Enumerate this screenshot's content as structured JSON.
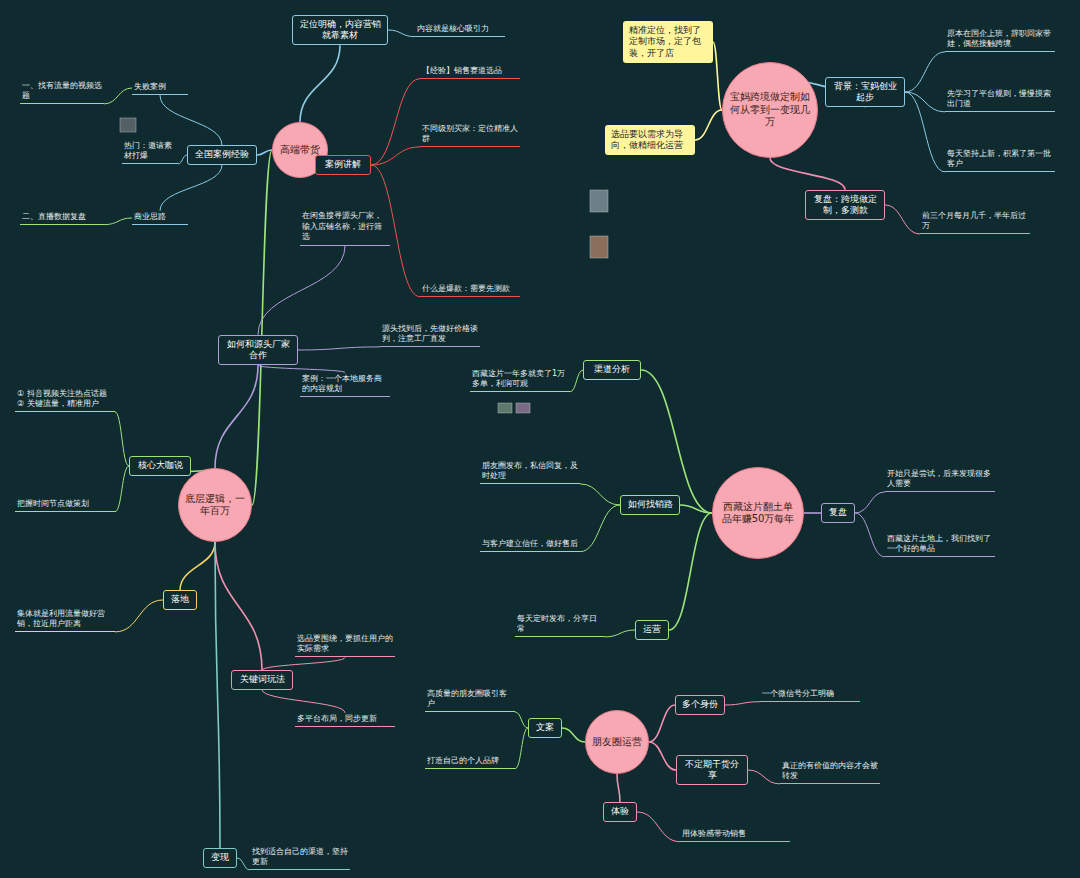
{
  "diagram": {
    "nodes": [
      {
        "text": [
          "底层逻辑，一年百万"
        ]
      },
      {
        "text": [
          "高端带货"
        ]
      },
      {
        "text": [
          "宝妈跨境做定制如何从零到一变现几万"
        ]
      },
      {
        "text": [
          "西藏这片翻土单品年赚50万每年"
        ]
      },
      {
        "text": [
          "朋友圈运营"
        ]
      },
      {
        "text": [
          "全国案例经验"
        ]
      },
      {
        "text": [
          "核心大咖说"
        ]
      },
      {
        "text": [
          "落地"
        ]
      },
      {
        "text": [
          "如何和源头厂家合作"
        ]
      },
      {
        "text": [
          "关键词玩法"
        ]
      },
      {
        "text": [
          "变现"
        ]
      },
      {
        "text": [
          "定位明确，内容营销就靠素材"
        ]
      },
      {
        "text": [
          "案例讲解"
        ]
      },
      {
        "text": [
          "失败案例"
        ]
      },
      {
        "text": [
          "热门：邀请素材打爆"
        ]
      },
      {
        "text": [
          "商业思路"
        ]
      },
      {
        "text": [
          "一、找有流量的视频选题"
        ]
      },
      {
        "text": [
          "二、直播数据复盘"
        ]
      },
      {
        "text": [
          "不同级别买家：定位精准人群"
        ]
      },
      {
        "text": [
          "什么是爆款：需要先测款"
        ]
      },
      {
        "text": [
          "【经验】销售赛道选品"
        ]
      },
      {
        "text": [
          "内容就是核心吸引力"
        ]
      },
      {
        "text": [
          "在闲鱼搜寻源头厂家，输入店铺名称，进行筛选"
        ]
      },
      {
        "text": [
          "案例：一个本地服务商的内容规划"
        ]
      },
      {
        "text": [
          "源头找到后，先做好价格谈判，注意工厂直发"
        ]
      },
      {
        "text": [
          "选品要围绕，要抓住用户的实际需求"
        ]
      },
      {
        "text": [
          "多平台布局，同步更新"
        ]
      },
      {
        "text": [
          "① 抖音视频关注热点话题 ② 关键流量，精准用户"
        ]
      },
      {
        "text": [
          "把握时间节点做策划"
        ]
      },
      {
        "text": [
          "集体就是利用流量做好营销，拉近用户距离"
        ]
      },
      {
        "text": [
          "找到适合自己的渠道，坚持更新"
        ]
      },
      {
        "text": [
          "背景：宝妈创业起步"
        ]
      },
      {
        "text": [
          "复盘：跨境做定制，多测款"
        ]
      },
      {
        "text": [
          "精准定位，找到了定制市场，定了包装，开了店"
        ]
      },
      {
        "text": [
          "选品要以需求为导向，做精细化运营"
        ]
      },
      {
        "text": [
          "原本在国企上班，辞职回家带娃，偶然接触跨境"
        ]
      },
      {
        "text": [
          "先学习了平台规则，慢慢摸索出门道"
        ]
      },
      {
        "text": [
          "每天坚持上新，积累了第一批客户"
        ]
      },
      {
        "text": [
          "前三个月每月几千，半年后过万"
        ]
      },
      {
        "text": [
          "复盘"
        ]
      },
      {
        "text": [
          "如何找销路"
        ]
      },
      {
        "text": [
          "渠道分析"
        ]
      },
      {
        "text": [
          "运营"
        ]
      },
      {
        "text": [
          "西藏这片土地上，我们找到了一个好的单品"
        ]
      },
      {
        "text": [
          "开始只是尝试，后来发现很多人需要"
        ]
      },
      {
        "text": [
          "朋友圈发布，私信回复，及时处理"
        ]
      },
      {
        "text": [
          "与客户建立信任，做好售后"
        ]
      },
      {
        "text": [
          "西藏这片一年多就卖了1万多单，利润可观"
        ]
      },
      {
        "text": [
          "每天定时发布，分享日常"
        ]
      },
      {
        "text": [
          "多个身份"
        ]
      },
      {
        "text": [
          "不定期干货分享"
        ]
      },
      {
        "text": [
          "体验"
        ]
      },
      {
        "text": [
          "文案"
        ]
      },
      {
        "text": [
          "一个微信号分工明确"
        ]
      },
      {
        "text": [
          "真正的有价值的内容才会被转发"
        ]
      },
      {
        "text": [
          "高质量的朋友圈吸引客户"
        ]
      },
      {
        "text": [
          "打造自己的个人品牌"
        ]
      },
      {
        "text": [
          "用体验感带动销售"
        ]
      }
    ],
    "edges": [
      {
        "from": 0,
        "to": 1,
        "arrow": "none"
      },
      {
        "from": 0,
        "to": 6,
        "arrow": "none"
      },
      {
        "from": 0,
        "to": 7,
        "arrow": "none"
      },
      {
        "from": 0,
        "to": 8,
        "arrow": "none"
      },
      {
        "from": 0,
        "to": 9,
        "arrow": "none"
      },
      {
        "from": 0,
        "to": 10,
        "arrow": "none"
      },
      {
        "from": 1,
        "to": 5,
        "arrow": "none"
      },
      {
        "from": 1,
        "to": 11,
        "arrow": "none"
      },
      {
        "from": 1,
        "to": 12,
        "arrow": "none"
      },
      {
        "from": 5,
        "to": 13,
        "arrow": "none"
      },
      {
        "from": 5,
        "to": 14,
        "arrow": "none"
      },
      {
        "from": 5,
        "to": 15,
        "arrow": "none"
      },
      {
        "from": 13,
        "to": 16,
        "arrow": "none"
      },
      {
        "from": 15,
        "to": 17,
        "arrow": "none"
      },
      {
        "from": 12,
        "to": 18,
        "arrow": "none"
      },
      {
        "from": 12,
        "to": 19,
        "arrow": "none"
      },
      {
        "from": 12,
        "to": 20,
        "arrow": "none"
      },
      {
        "from": 11,
        "to": 21,
        "arrow": "none"
      },
      {
        "from": 8,
        "to": 22,
        "arrow": "none"
      },
      {
        "from": 8,
        "to": 23,
        "arrow": "none"
      },
      {
        "from": 8,
        "to": 24,
        "arrow": "none"
      },
      {
        "from": 9,
        "to": 25,
        "arrow": "none"
      },
      {
        "from": 9,
        "to": 26,
        "arrow": "none"
      },
      {
        "from": 6,
        "to": 27,
        "arrow": "none"
      },
      {
        "from": 6,
        "to": 28,
        "arrow": "none"
      },
      {
        "from": 7,
        "to": 29,
        "arrow": "none"
      },
      {
        "from": 10,
        "to": 30,
        "arrow": "none"
      },
      {
        "from": 2,
        "to": 31,
        "arrow": "none"
      },
      {
        "from": 2,
        "to": 32,
        "arrow": "none"
      },
      {
        "from": 2,
        "to": 33,
        "arrow": "none"
      },
      {
        "from": 2,
        "to": 34,
        "arrow": "none"
      },
      {
        "from": 31,
        "to": 35,
        "arrow": "none"
      },
      {
        "from": 31,
        "to": 36,
        "arrow": "none"
      },
      {
        "from": 31,
        "to": 37,
        "arrow": "none"
      },
      {
        "from": 32,
        "to": 38,
        "arrow": "none"
      },
      {
        "from": 3,
        "to": 39,
        "arrow": "none"
      },
      {
        "from": 3,
        "to": 40,
        "arrow": "none"
      },
      {
        "from": 3,
        "to": 41,
        "arrow": "none"
      },
      {
        "from": 3,
        "to": 42,
        "arrow": "none"
      },
      {
        "from": 39,
        "to": 43,
        "arrow": "none"
      },
      {
        "from": 39,
        "to": 44,
        "arrow": "none"
      },
      {
        "from": 40,
        "to": 45,
        "arrow": "none"
      },
      {
        "from": 40,
        "to": 46,
        "arrow": "none"
      },
      {
        "from": 41,
        "to": 47,
        "arrow": "none"
      },
      {
        "from": 42,
        "to": 48,
        "arrow": "none"
      },
      {
        "from": 4,
        "to": 49,
        "arrow": "none"
      },
      {
        "from": 4,
        "to": 50,
        "arrow": "none"
      },
      {
        "from": 4,
        "to": 51,
        "arrow": "none"
      },
      {
        "from": 4,
        "to": 52,
        "arrow": "none"
      },
      {
        "from": 49,
        "to": 53,
        "arrow": "none"
      },
      {
        "from": 50,
        "to": 54,
        "arrow": "none"
      },
      {
        "from": 52,
        "to": 55,
        "arrow": "none"
      },
      {
        "from": 52,
        "to": 56,
        "arrow": "none"
      },
      {
        "from": 51,
        "to": 57,
        "arrow": "none"
      }
    ]
  }
}
